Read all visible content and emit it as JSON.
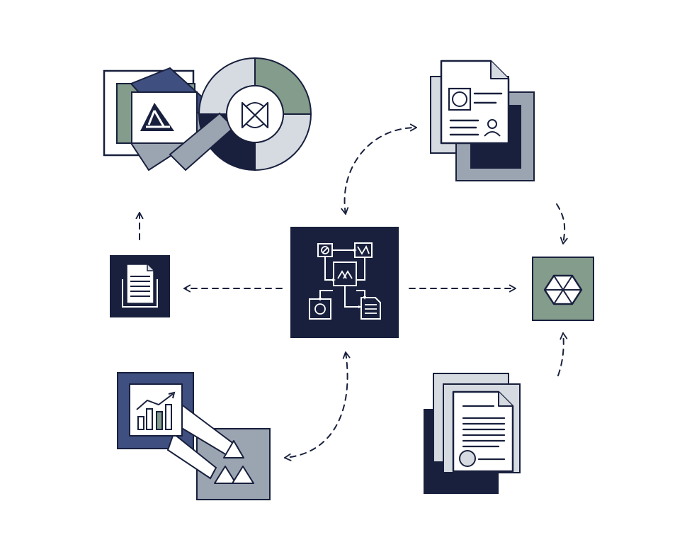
{
  "colors": {
    "ink": "#18203d",
    "navy": "#3f4f80",
    "sage": "#849c8b",
    "slate": "#9ba4b1",
    "mist": "#d6dbe2",
    "paper": "#ffffff"
  },
  "nodes": [
    {
      "id": "hub",
      "icon": "workflow-hub-icon"
    },
    {
      "id": "merge",
      "icon": "infinity-merge-icon"
    },
    {
      "id": "profile",
      "icon": "profile-document-stack-icon"
    },
    {
      "id": "network",
      "icon": "hexagon-network-icon"
    },
    {
      "id": "certificate",
      "icon": "certificate-document-stack-icon"
    },
    {
      "id": "analytics",
      "icon": "analytics-chart-icon"
    },
    {
      "id": "report",
      "icon": "report-document-icon"
    }
  ],
  "connectors": [
    {
      "from": "hub",
      "to": "profile",
      "style": "dashed",
      "arrow": "both"
    },
    {
      "from": "profile",
      "to": "network",
      "style": "dashed",
      "arrow": "end"
    },
    {
      "from": "hub",
      "to": "network",
      "style": "dashed",
      "arrow": "end"
    },
    {
      "from": "certificate",
      "to": "network",
      "style": "dashed",
      "arrow": "end"
    },
    {
      "from": "hub",
      "to": "analytics",
      "style": "dashed",
      "arrow": "both"
    },
    {
      "from": "hub",
      "to": "report",
      "style": "dashed",
      "arrow": "end"
    },
    {
      "from": "report",
      "to": "merge",
      "style": "dashed",
      "arrow": "end"
    }
  ]
}
